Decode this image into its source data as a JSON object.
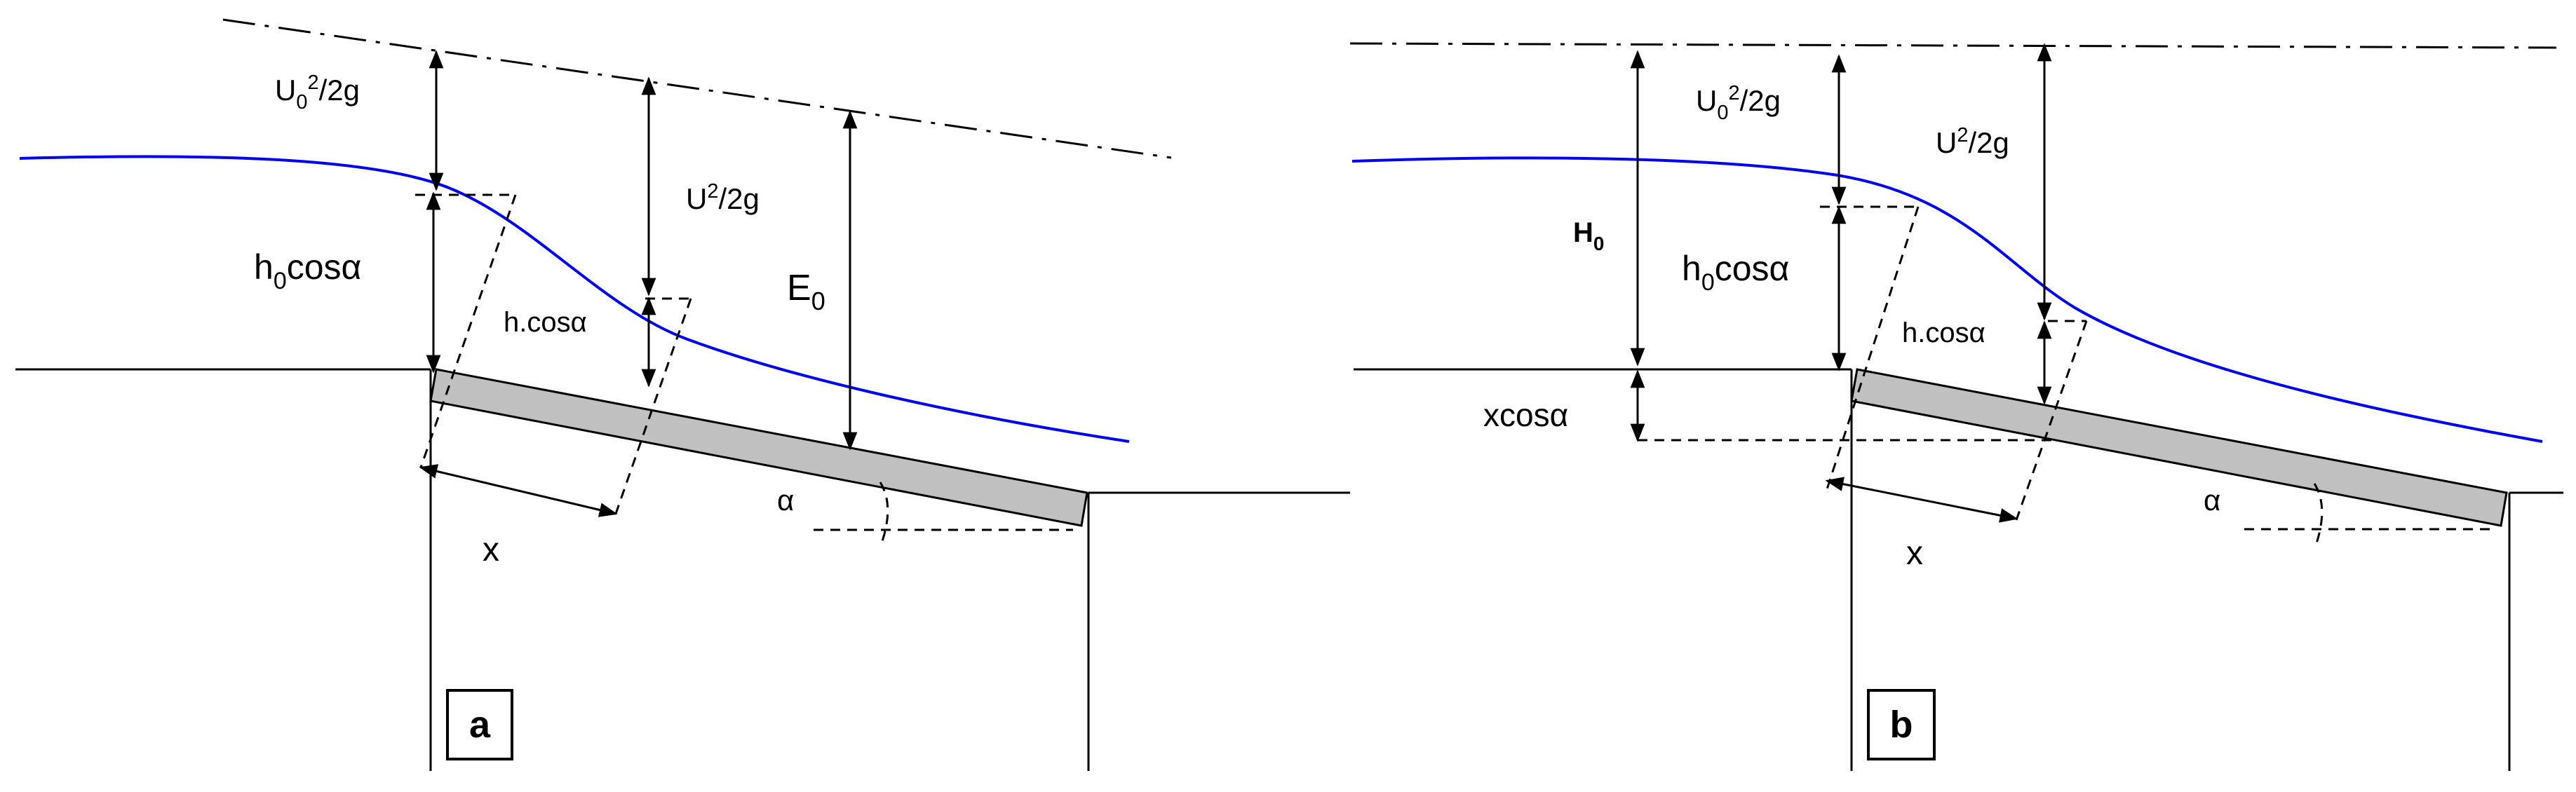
{
  "panel_a": {
    "velocity_head_upstream": {
      "base": "U",
      "sub": "0",
      "sup": "2",
      "tail": "/2g"
    },
    "velocity_head": {
      "base": "U",
      "sup": "2",
      "tail": "/2g"
    },
    "depth_upstream": {
      "base": "h",
      "sub": "0",
      "tail": "cosα"
    },
    "depth": "h.cosα",
    "specific_energy": {
      "base": "E",
      "sub": "0"
    },
    "angle": "α",
    "distance": "x",
    "tag": "a"
  },
  "panel_b": {
    "velocity_head_upstream": {
      "base": "U",
      "sub": "0",
      "sup": "2",
      "tail": "/2g"
    },
    "velocity_head": {
      "base": "U",
      "sup": "2",
      "tail": "/2g"
    },
    "total_head": {
      "base": "H",
      "sub": "0"
    },
    "depth_upstream": {
      "base": "h",
      "sub": "0",
      "tail": "cosα"
    },
    "depth": "h.cosα",
    "drop": "xcosα",
    "angle": "α",
    "distance": "x",
    "tag": "b"
  },
  "colors": {
    "water_surface": "#0000ee",
    "plate": "#c0c0c0",
    "line": "#000000"
  }
}
